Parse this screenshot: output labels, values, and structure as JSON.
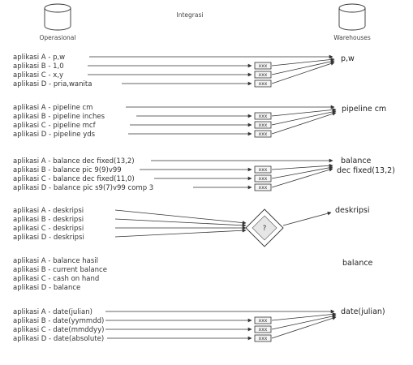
{
  "header": {
    "title": "Integrasi",
    "source_label": "Operasional",
    "target_label": "Warehouses"
  },
  "transform_label": "xxx",
  "groups": [
    {
      "key": "pw",
      "items": [
        {
          "label": "aplikasi A - p,w",
          "transform": false
        },
        {
          "label": "aplikasi B - 1,0",
          "transform": true
        },
        {
          "label": "aplikasi C - x,y",
          "transform": true
        },
        {
          "label": "aplikasi D - pria,wanita",
          "transform": true
        }
      ],
      "result": "p,w"
    },
    {
      "key": "pipeline",
      "items": [
        {
          "label": "aplikasi A - pipeline cm",
          "transform": false
        },
        {
          "label": "aplikasi B - pipeline inches",
          "transform": true
        },
        {
          "label": "aplikasi C - pipeline mcf",
          "transform": true
        },
        {
          "label": "aplikasi D - pipeline yds",
          "transform": true
        }
      ],
      "result": "pipeline cm"
    },
    {
      "key": "balance",
      "items": [
        {
          "label": "aplikasi A - balance dec fixed(13,2)",
          "transform": false
        },
        {
          "label": "aplikasi B - balance pic 9(9)v99",
          "transform": true
        },
        {
          "label": "aplikasi C - balance dec fixed(11,0)",
          "transform": true
        },
        {
          "label": "aplikasi D - balance pic s9(7)v99 comp 3",
          "transform": true
        }
      ],
      "result": "balance",
      "result_sub": "dec fixed(13,2)"
    },
    {
      "key": "deskripsi",
      "items": [
        {
          "label": "aplikasi A - deskripsi",
          "transform": false
        },
        {
          "label": "aplikasi B - deskripsi",
          "transform": false
        },
        {
          "label": "aplikasi C - deskripsi",
          "transform": false
        },
        {
          "label": "aplikasi D - deskripsi",
          "transform": false
        }
      ],
      "result": "deskripsi",
      "decision_label": "?"
    },
    {
      "key": "balance2",
      "items": [
        {
          "label": "aplikasi A - balance hasil",
          "transform": false
        },
        {
          "label": "aplikasi B - current balance",
          "transform": false
        },
        {
          "label": "aplikasi C - cash on hand",
          "transform": false
        },
        {
          "label": "aplikasi D - balance",
          "transform": false
        }
      ],
      "result": "balance"
    },
    {
      "key": "date",
      "items": [
        {
          "label": "aplikasi A - date(julian)",
          "transform": false
        },
        {
          "label": "aplikasi B - date(yymmdd)",
          "transform": true
        },
        {
          "label": "aplikasi C - date(mmddyy)",
          "transform": true
        },
        {
          "label": "aplikasi D - date(absolute)",
          "transform": true
        }
      ],
      "result": "date(julian)"
    }
  ]
}
